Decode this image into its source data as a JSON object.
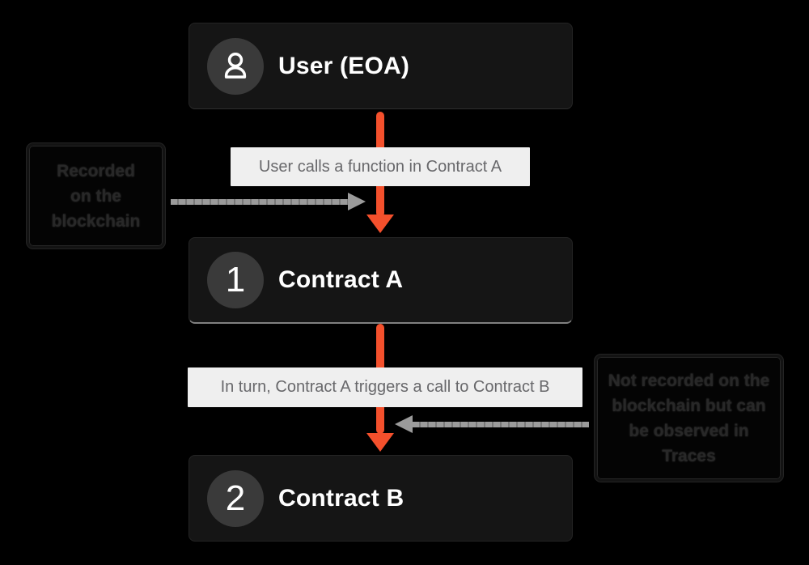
{
  "diagram": {
    "background": "#000000",
    "accent_orange": "#f4502c",
    "arrow_gray": "#9b9b9b",
    "node_bg": "#151515",
    "edge_label_bg": "#efefef"
  },
  "nodes": [
    {
      "id": "user-eoa",
      "label": "User (EOA)",
      "badge": ""
    },
    {
      "id": "contract-a",
      "label": "Contract A",
      "badge": "1"
    },
    {
      "id": "contract-b",
      "label": "Contract B",
      "badge": "2"
    }
  ],
  "edges": [
    {
      "label": "User calls a function in Contract A"
    },
    {
      "label": "In turn, Contract A triggers a call to Contract B"
    }
  ],
  "annotations": {
    "left": {
      "lines": [
        "Recorded",
        "on the",
        "blockchain"
      ]
    },
    "right": {
      "lines": [
        "Not recorded on the",
        "blockchain but can",
        "be observed in",
        "Traces"
      ]
    }
  }
}
